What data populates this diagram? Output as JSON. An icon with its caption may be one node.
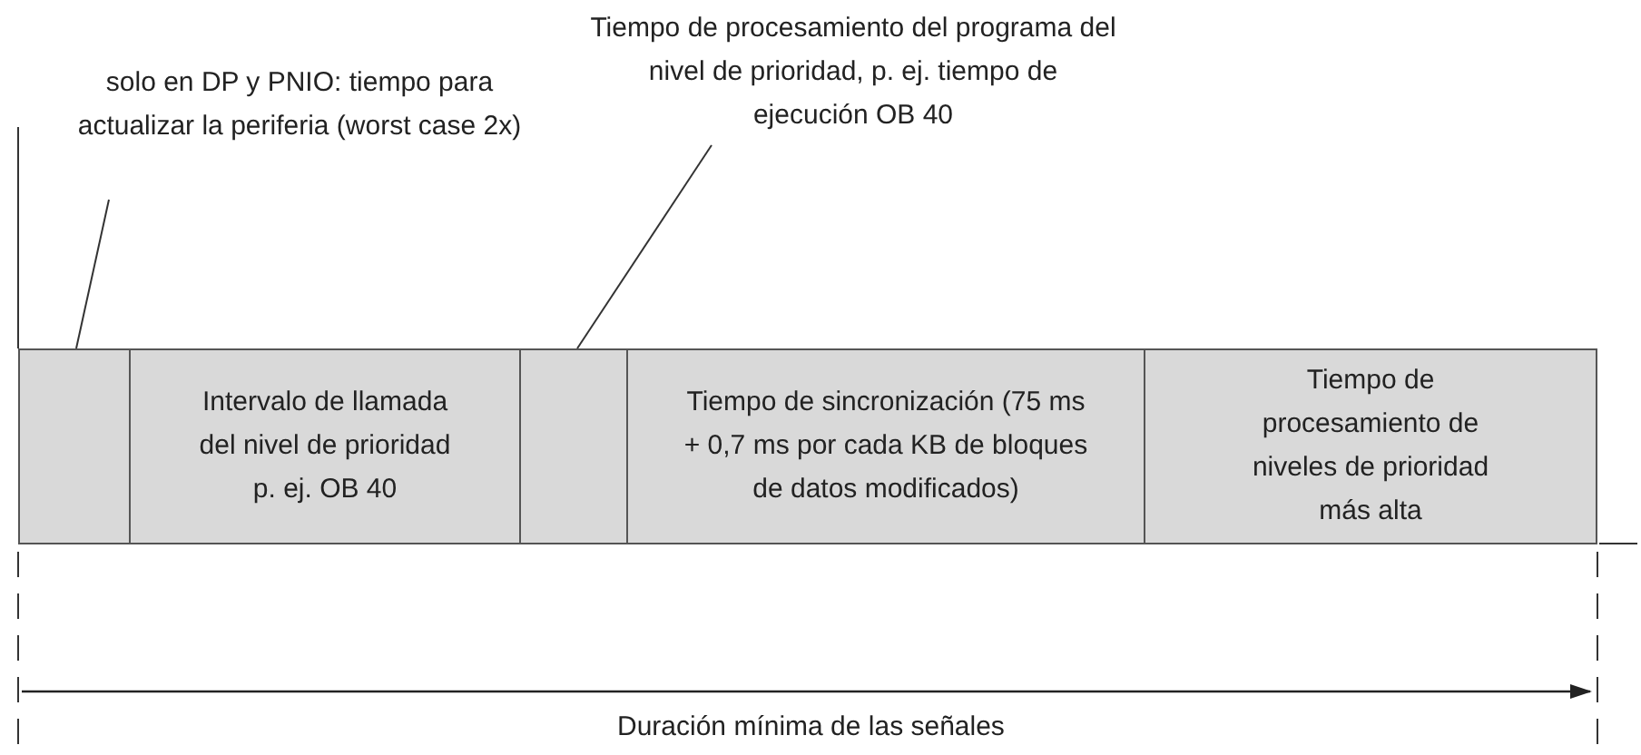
{
  "diagram": {
    "nodes": [
      {
        "text": [
          "solo en DP y PNIO: tiempo para actualizar la periferia (worst case 2x)"
        ]
      },
      {
        "text": [
          "Tiempo de procesamiento del programa del nivel de prioridad, p. ej. tiempo de ejecución OB 40"
        ]
      },
      {
        "text": [],
        "shape": "box"
      },
      {
        "text": [
          "Intervalo de llamada del nivel de prioridad p. ej. OB 40"
        ]
      },
      {
        "text": [],
        "shape": "box"
      },
      {
        "text": [
          "Tiempo de sincronización (75 ms + 0,7 ms por cada KB de bloques de datos modificados)"
        ]
      },
      {
        "text": [
          "Tiempo de procesamiento de niveles de prioridad más alta"
        ]
      }
    ],
    "edges": [
      {
        "from": 0,
        "to": 2,
        "arrow": "none"
      },
      {
        "from": 1,
        "to": 4,
        "arrow": "none"
      }
    ],
    "labels": [
      "Duración mínima de las señales"
    ]
  }
}
